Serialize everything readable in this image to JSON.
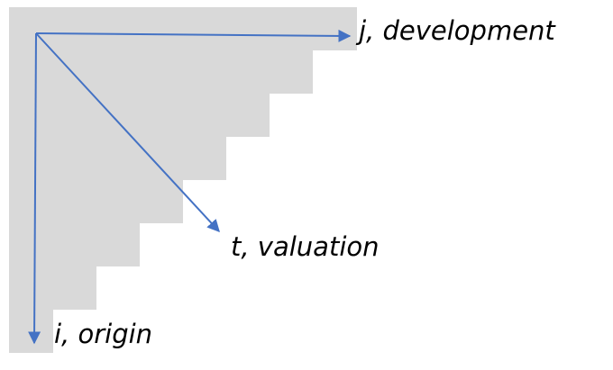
{
  "diagram": {
    "labels": {
      "development": "j, development",
      "valuation": "t, valuation",
      "origin": "i, origin"
    }
  },
  "colors": {
    "triangle_fill": "#d9d9d9",
    "arrow": "#4472c4",
    "text": "#000000"
  }
}
